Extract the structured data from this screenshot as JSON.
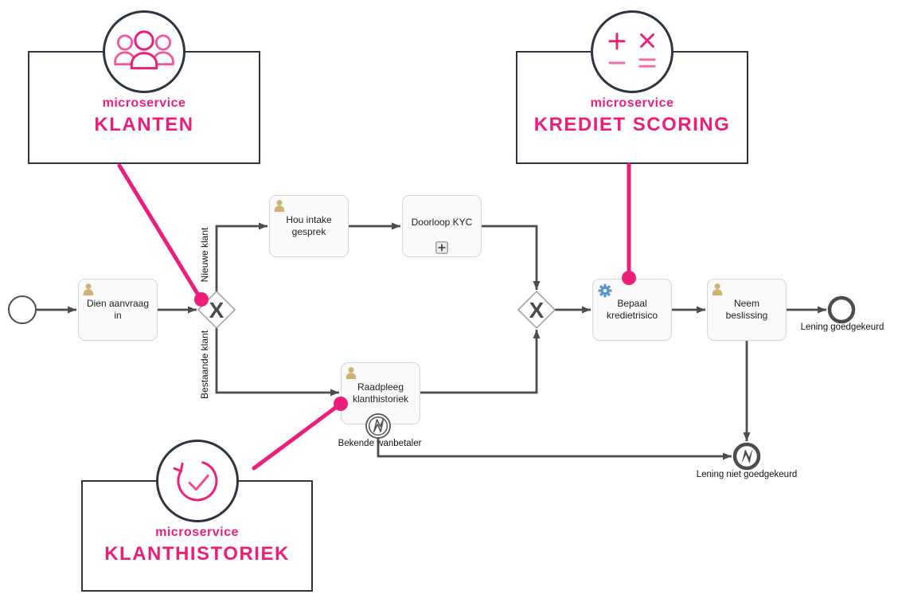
{
  "colors": {
    "pink": "#ed1e79",
    "pink_light": "#f768a8",
    "dark_navy": "#2d3542",
    "flow_gray": "#4d4d4d",
    "task_fill": "#fafafa",
    "task_border": "#d6d6d6",
    "user_icon_tan": "#cdb272",
    "service_icon_blue": "#5898ce"
  },
  "annotations": {
    "klanten": {
      "eyebrow": "microservice",
      "title": "KLANTEN",
      "icon": "people-icon"
    },
    "krediet_scoring": {
      "eyebrow": "microservice",
      "title": "KREDIET SCORING",
      "icon": "calculator-icon"
    },
    "klanthistoriek": {
      "eyebrow": "microservice",
      "title": "KLANTHISTORIEK",
      "icon": "history-icon"
    }
  },
  "process": {
    "tasks": [
      {
        "id": "dien-aanvraag-in",
        "label": "Dien aanvraag in",
        "type": "user-task"
      },
      {
        "id": "hou-intake-gesprek",
        "label": "Hou intake gesprek",
        "type": "user-task"
      },
      {
        "id": "doorloop-kyc",
        "label": "Doorloop KYC",
        "type": "collapsed-subprocess"
      },
      {
        "id": "raadpleeg-klanthistoriek",
        "label": "Raadpleeg klanthistoriek",
        "type": "user-task"
      },
      {
        "id": "bepaal-kredietrisico",
        "label": "Bepaal kredietrisico",
        "type": "service-task"
      },
      {
        "id": "neem-beslissing",
        "label": "Neem beslissing",
        "type": "user-task"
      }
    ],
    "gateways": {
      "split_symbol": "X",
      "merge_symbol": "X"
    },
    "flow_labels": {
      "nieuwe_klant": "Nieuwe klant",
      "bestaande_klant": "Bestaande klant",
      "boundary": "Bekende wanbetaler"
    },
    "end_events": {
      "approved_label": "Lening goedgekeurd",
      "rejected_label": "Lening niet goedgekeurd"
    }
  }
}
